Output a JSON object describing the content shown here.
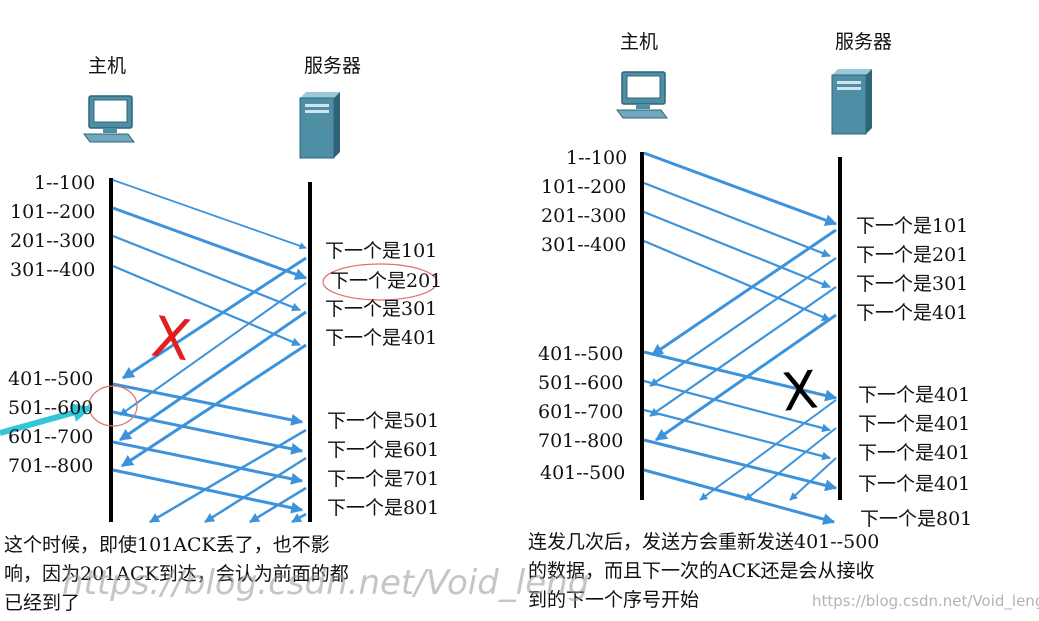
{
  "left": {
    "host_label": "主机",
    "server_label": "服务器",
    "sends": [
      "1--100",
      "101--200",
      "201--300",
      "301--400",
      "401--500",
      "501--600",
      "601--700",
      "701--800"
    ],
    "acks": [
      "下一个是101",
      "下一个是201",
      "下一个是301",
      "下一个是401",
      "下一个是501",
      "下一个是601",
      "下一个是701",
      "下一个是801"
    ],
    "note": [
      "这个时候，即使101ACK丢了，也不影",
      "响，因为201ACK到达，会认为前面的都",
      "已经到了"
    ],
    "lost_mark": "X"
  },
  "right": {
    "host_label": "主机",
    "server_label": "服务器",
    "sends": [
      "1--100",
      "101--200",
      "201--300",
      "301--400",
      "401--500",
      "501--600",
      "601--700",
      "701--800",
      "401--500"
    ],
    "acks": [
      "下一个是101",
      "下一个是201",
      "下一个是301",
      "下一个是401",
      "下一个是401",
      "下一个是401",
      "下一个是401",
      "下一个是401",
      "下一个是801"
    ],
    "note": [
      "连发几次后，发送方会重新发送401--500",
      "的数据，而且下一次的ACK还是会从接收",
      "到的下一个序号开始"
    ],
    "lost_mark": "X"
  },
  "watermarks": {
    "large": "https://blog.csdn.net/Void_leng",
    "small": "https://blog.csdn.net/Void_leng"
  },
  "colors": {
    "arrow": "#3d93db",
    "lost_mark_left": "#e02020",
    "lost_mark_right": "#000000",
    "highlight_circle": "#e07070",
    "pointer_arrow": "#33c6d6"
  }
}
